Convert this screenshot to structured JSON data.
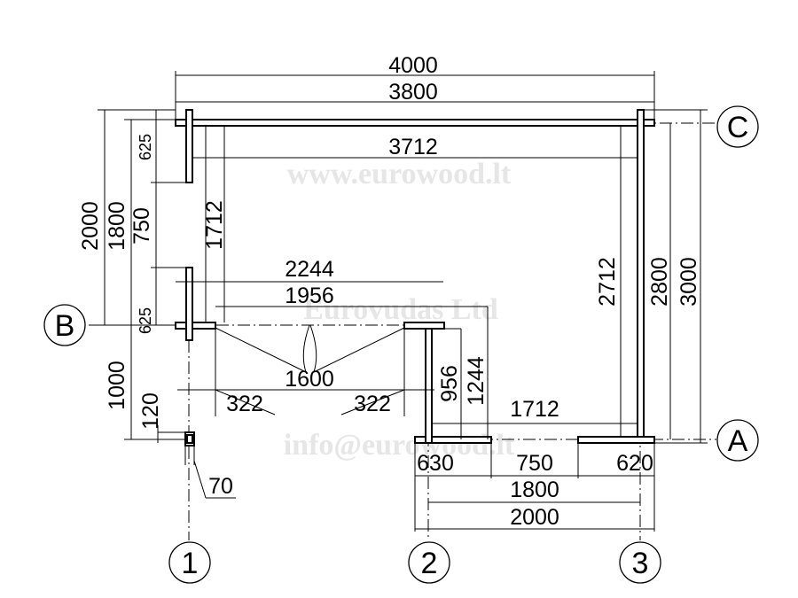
{
  "watermarks": {
    "site": "www.eurowood.lt",
    "company": "Eurovudas Ltd",
    "email": "info@eurowood.lt"
  },
  "axes": {
    "rows": [
      "A",
      "B",
      "C"
    ],
    "cols": [
      "1",
      "2",
      "3"
    ]
  },
  "dims": {
    "top_outer": "4000",
    "top_inner": "3800",
    "interior_top": "3712",
    "porch_2244": "2244",
    "porch_1956": "1956",
    "door": "1600",
    "side_322_left": "322",
    "side_322_right": "322",
    "v_956": "956",
    "v_1244": "1244",
    "v_2712": "2712",
    "v_2800": "2800",
    "v_3000": "3000",
    "inner_1712_h": "1712",
    "left_2000": "2000",
    "left_1800": "1800",
    "left_750": "750",
    "left_625_top": "625",
    "left_625_b": "625",
    "left_1712_v": "1712",
    "left_1000": "1000",
    "left_120": "120",
    "post_70": "70",
    "bot_630": "630",
    "bot_750": "750",
    "bot_620": "620",
    "bot_1800": "1800",
    "bot_2000": "2000"
  }
}
